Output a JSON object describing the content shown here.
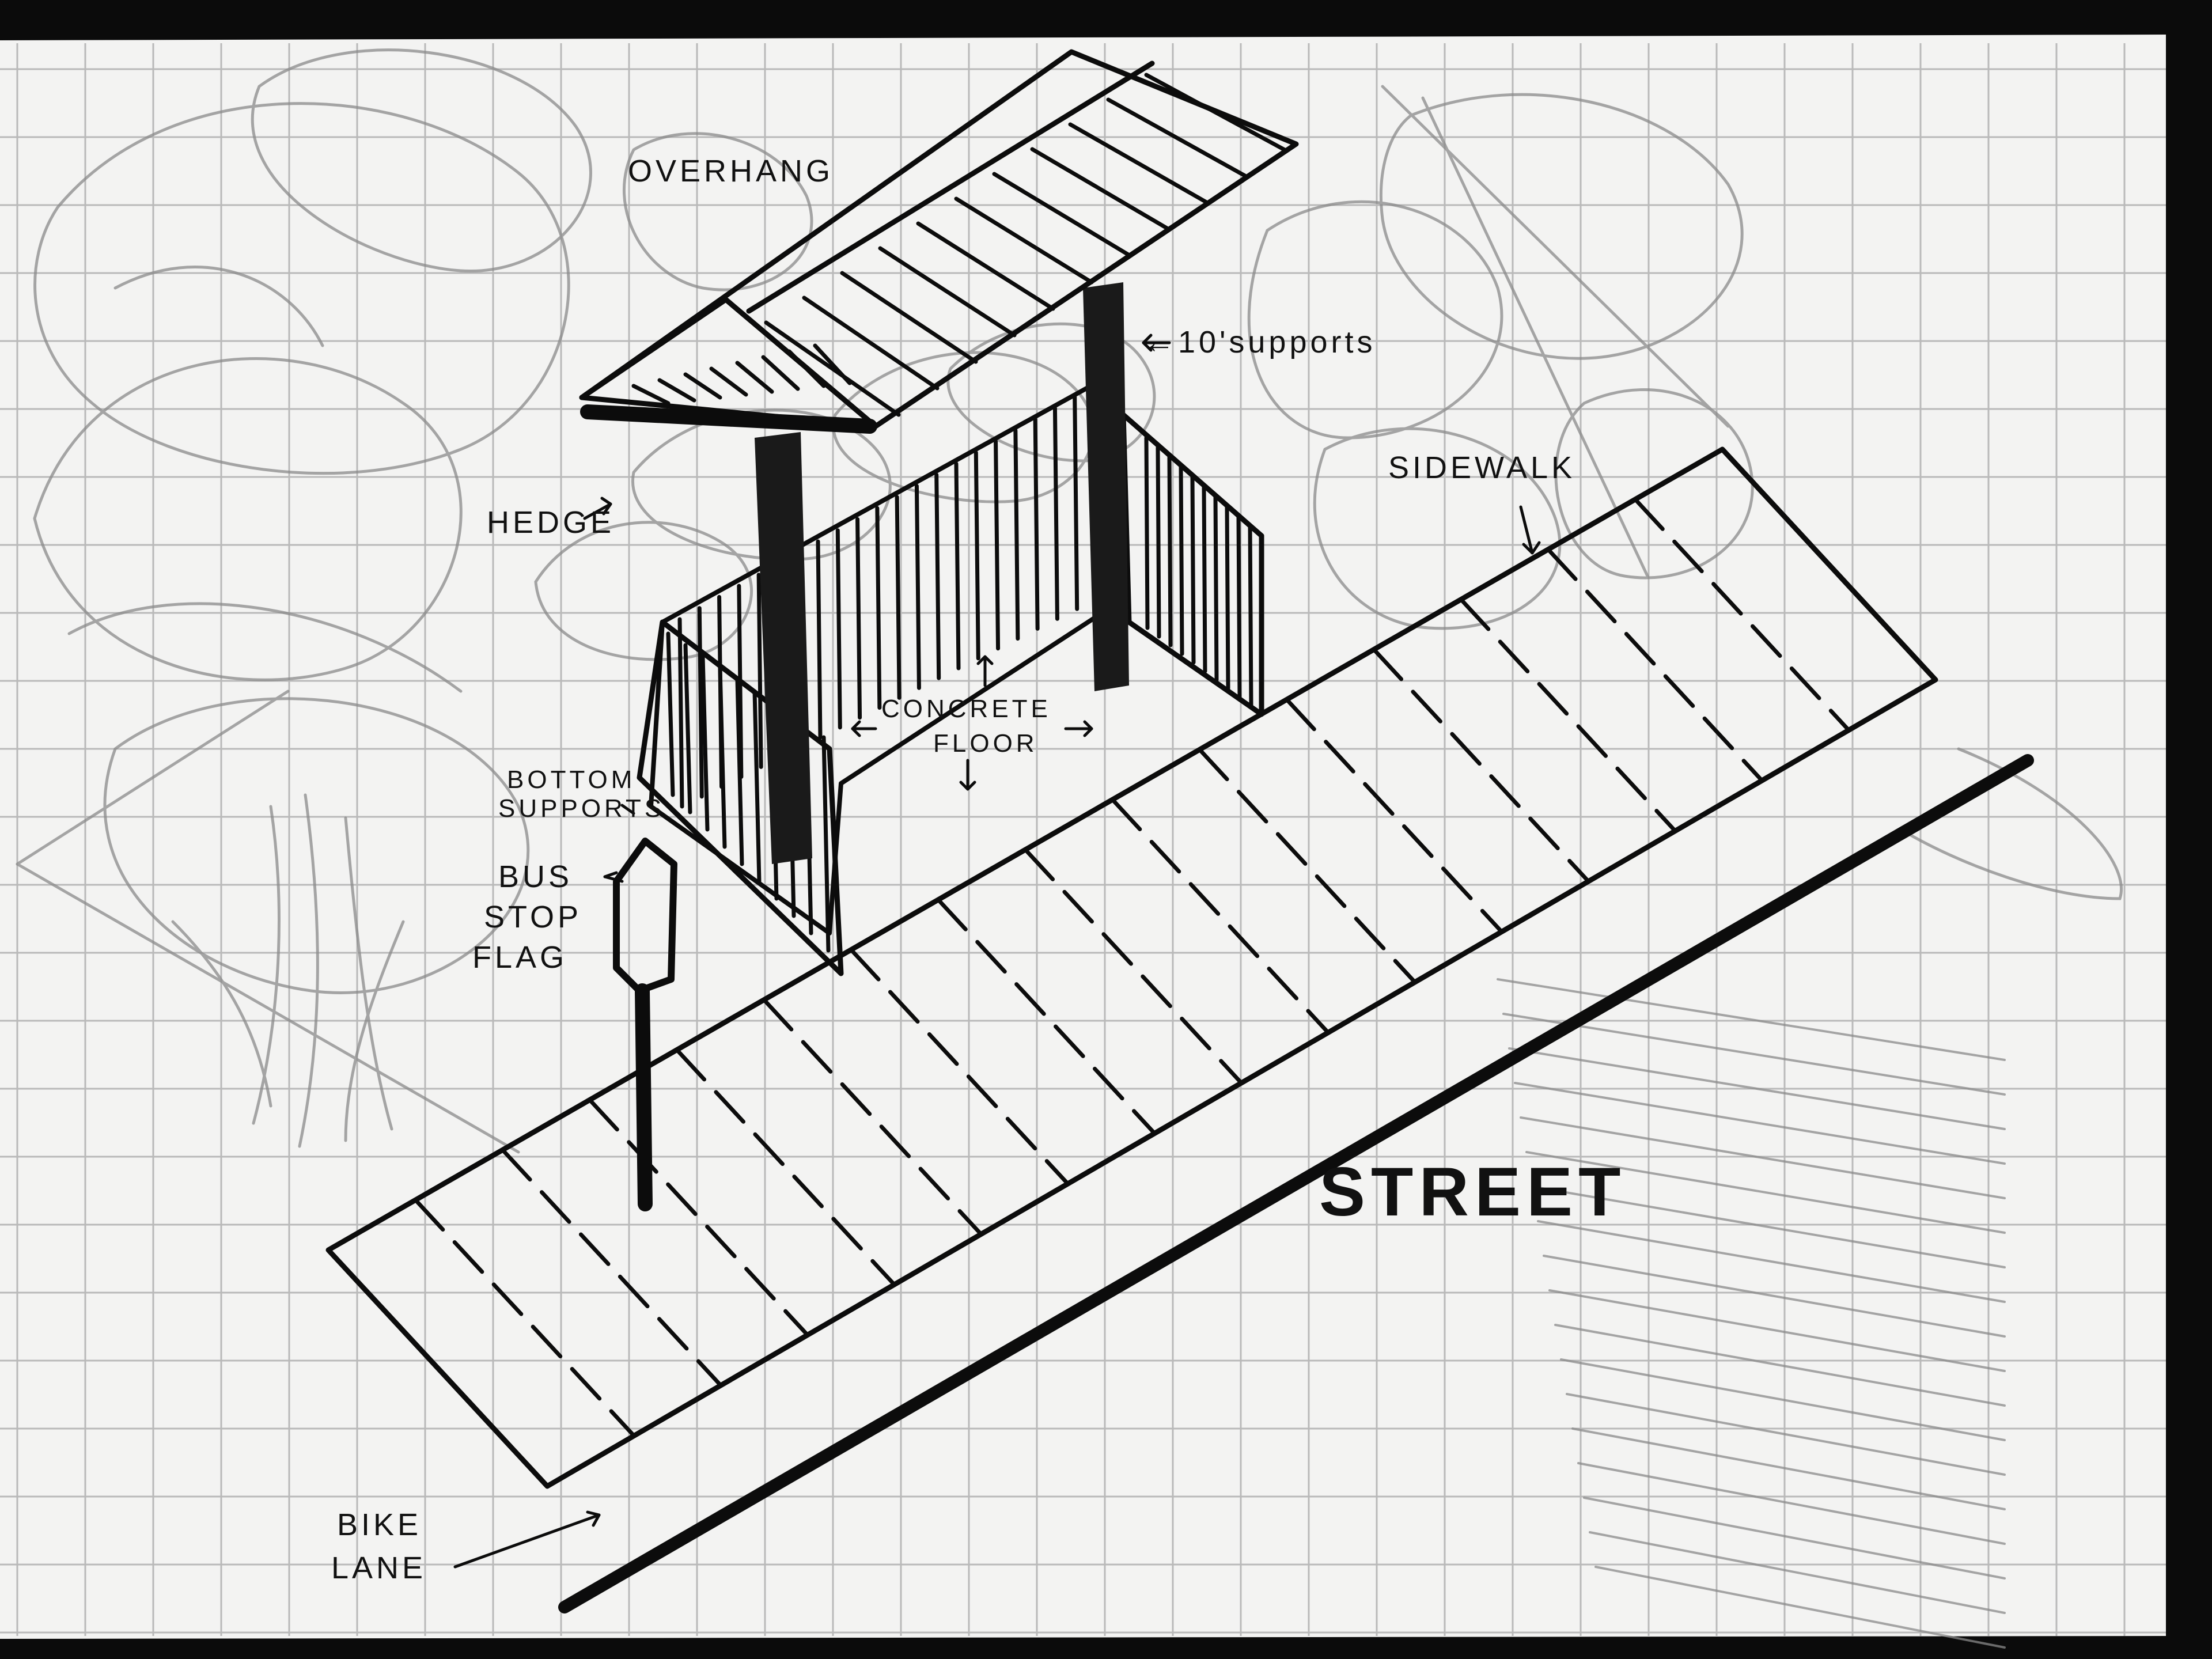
{
  "labels": {
    "overhang": "OVERHANG",
    "supports": "←10'supports",
    "hedge": "HEDGE",
    "sidewalk": "SIDEWALK",
    "concrete_line1": "CONCRETE",
    "concrete_line2": "FLOOR",
    "bottom_line1": "BOTTOM",
    "bottom_line2": "SUPPORTS",
    "bus_line1": "BUS",
    "bus_line2": "STOP",
    "bus_line3": "FLAG",
    "street": "STREET",
    "bike_line1": "BIKE",
    "bike_line2": "LANE"
  },
  "colors": {
    "paper": "#f3f3f2",
    "grid": "#b9b9b9",
    "ink": "#0c0c0c",
    "pencil": "#8a8a8a",
    "background": "#0b0b0b"
  }
}
